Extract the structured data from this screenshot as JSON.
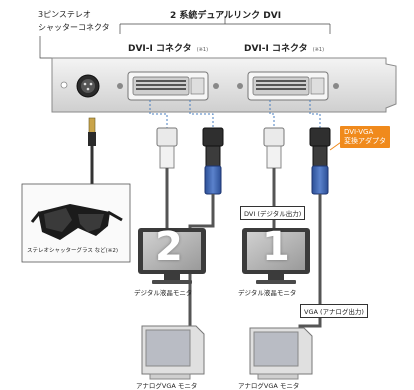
{
  "labels": {
    "stereo_connector_line1": "3ピンステレオ",
    "stereo_connector_line2": "シャッターコネクタ",
    "dual_link_dvi": "2 系統デュアルリンク DVI",
    "dvi_connector_1": "DVI-I コネクタ",
    "dvi_connector_1_note": "(※1)",
    "dvi_connector_2": "DVI-I コネクタ",
    "dvi_connector_2_note": "(※1)",
    "adapter_line1": "DVI-VGA",
    "adapter_line2": "変換アダプタ",
    "glasses_caption": "ステレオシャッターグラス など(※2)",
    "dvi_digital_out": "DVI (デジタル出力)",
    "vga_analog_out": "VGA (アナログ出力)",
    "monitor_2_number": "2",
    "monitor_1_number": "1",
    "digital_lcd_left": "デジタル液晶モニタ",
    "digital_lcd_right": "デジタル液晶モニタ",
    "analog_vga_left": "アナログVGA モニタ",
    "analog_vga_right": "アナログVGA モニタ"
  },
  "colors": {
    "bracket": "#e4e4e4",
    "adapter_accent": "#f08a1c",
    "dvi_plug": "#e8e8e8",
    "vga_plug": "#3a5fa8",
    "cable": "#555555",
    "dotted_link": "#4a7fc0"
  }
}
